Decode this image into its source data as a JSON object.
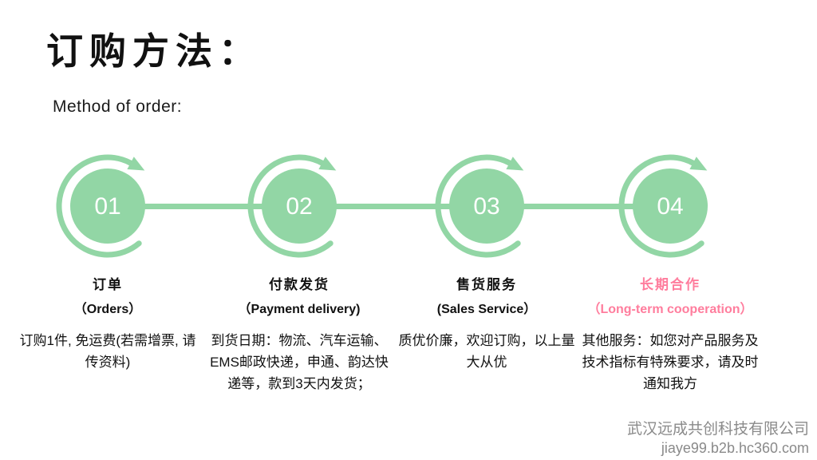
{
  "title": "订购方法：",
  "subtitle": "Method of order:",
  "colors": {
    "green": "#92d6a5",
    "pink": "#ff7d9d",
    "footer_gray": "#8a8a8a"
  },
  "steps": [
    {
      "number": "01",
      "heading": "订单",
      "subheading": "（Orders）",
      "body": "订购1件, 免运费(若需增票, 请传资料)"
    },
    {
      "number": "02",
      "heading": "付款发货",
      "subheading": "（Payment delivery)",
      "body": "到货日期：物流、汽车运输、EMS邮政快递，申通、韵达快递等，款到3天内发货；"
    },
    {
      "number": "03",
      "heading": "售货服务",
      "subheading": "(Sales Service）",
      "body": "质优价廉，欢迎订购，以上量大从优"
    },
    {
      "number": "04",
      "heading": "长期合作",
      "subheading": "（Long-term cooperation）",
      "body": "其他服务：如您对产品服务及技术指标有特殊要求，请及时通知我方"
    }
  ],
  "footer": {
    "company": "武汉远成共创科技有限公司",
    "website": "jiaye99.b2b.hc360.com"
  }
}
